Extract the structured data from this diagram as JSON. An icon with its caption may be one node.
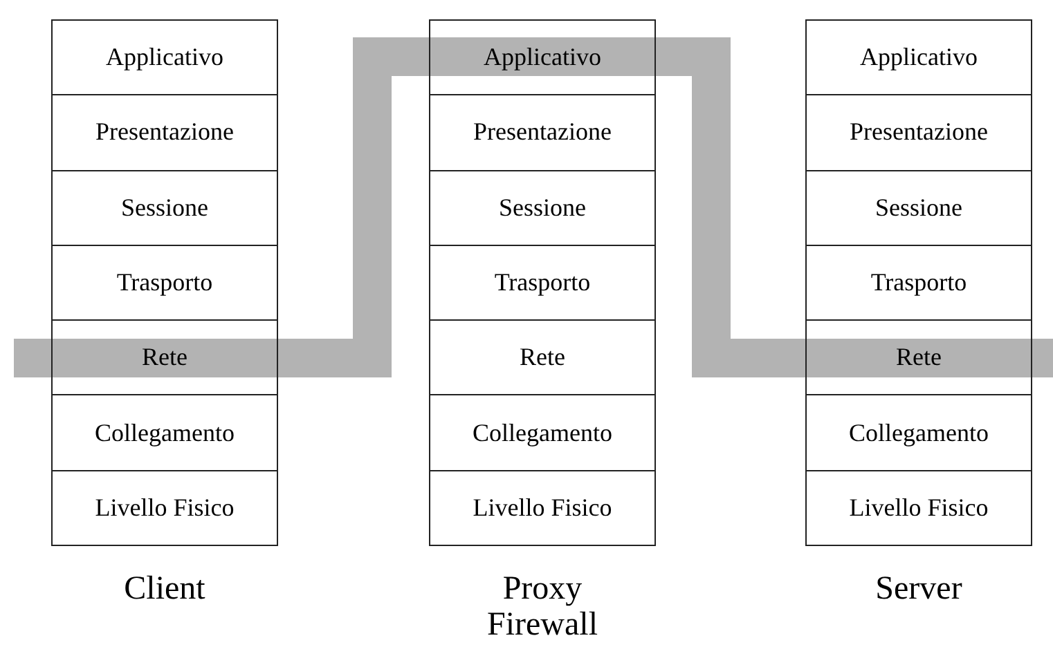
{
  "diagram": {
    "nodes": [
      {
        "text": [
          "Client"
        ]
      },
      {
        "text": [
          "Applicativo"
        ],
        "in": 0
      },
      {
        "text": [
          "Presentazione"
        ],
        "in": 0
      },
      {
        "text": [
          "Sessione"
        ],
        "in": 0
      },
      {
        "text": [
          "Trasporto"
        ],
        "in": 0
      },
      {
        "text": [
          "Rete"
        ],
        "in": 0
      },
      {
        "text": [
          "Collegamento"
        ],
        "in": 0
      },
      {
        "text": [
          "Livello Fisico"
        ],
        "in": 0
      },
      {
        "text": [
          "Proxy Firewall"
        ]
      },
      {
        "text": [
          "Applicativo"
        ],
        "in": 8
      },
      {
        "text": [
          "Presentazione"
        ],
        "in": 8
      },
      {
        "text": [
          "Sessione"
        ],
        "in": 8
      },
      {
        "text": [
          "Trasporto"
        ],
        "in": 8
      },
      {
        "text": [
          "Rete"
        ],
        "in": 8
      },
      {
        "text": [
          "Collegamento"
        ],
        "in": 8
      },
      {
        "text": [
          "Livello Fisico"
        ],
        "in": 8
      },
      {
        "text": [
          "Server"
        ]
      },
      {
        "text": [
          "Applicativo"
        ],
        "in": 16
      },
      {
        "text": [
          "Presentazione"
        ],
        "in": 16
      },
      {
        "text": [
          "Sessione"
        ],
        "in": 16
      },
      {
        "text": [
          "Trasporto"
        ],
        "in": 16
      },
      {
        "text": [
          "Rete"
        ],
        "in": 16
      },
      {
        "text": [
          "Collegamento"
        ],
        "in": 16
      },
      {
        "text": [
          "Livello Fisico"
        ],
        "in": 16
      }
    ]
  }
}
